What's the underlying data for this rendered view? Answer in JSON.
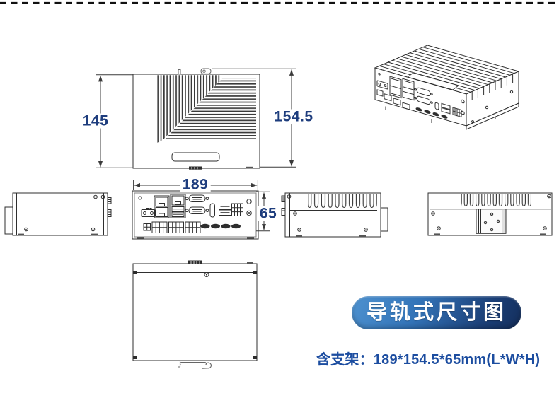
{
  "dimensions": {
    "top_view_depth": "145",
    "top_view_depth_total": "154.5",
    "front_width": "189",
    "front_height": "65"
  },
  "badge": {
    "label": "导轨式尺寸图"
  },
  "caption": {
    "label": "含支架：189*154.5*65mm(L*W*H)"
  },
  "colors": {
    "dimension_text": "#1e3d7d",
    "caption_text": "#1c4da0",
    "badge_text": "#ffffff",
    "badge_gradient_start": "#4e92d0",
    "badge_gradient_end": "#142e5b",
    "drawing_line": "#2f2f2f"
  }
}
